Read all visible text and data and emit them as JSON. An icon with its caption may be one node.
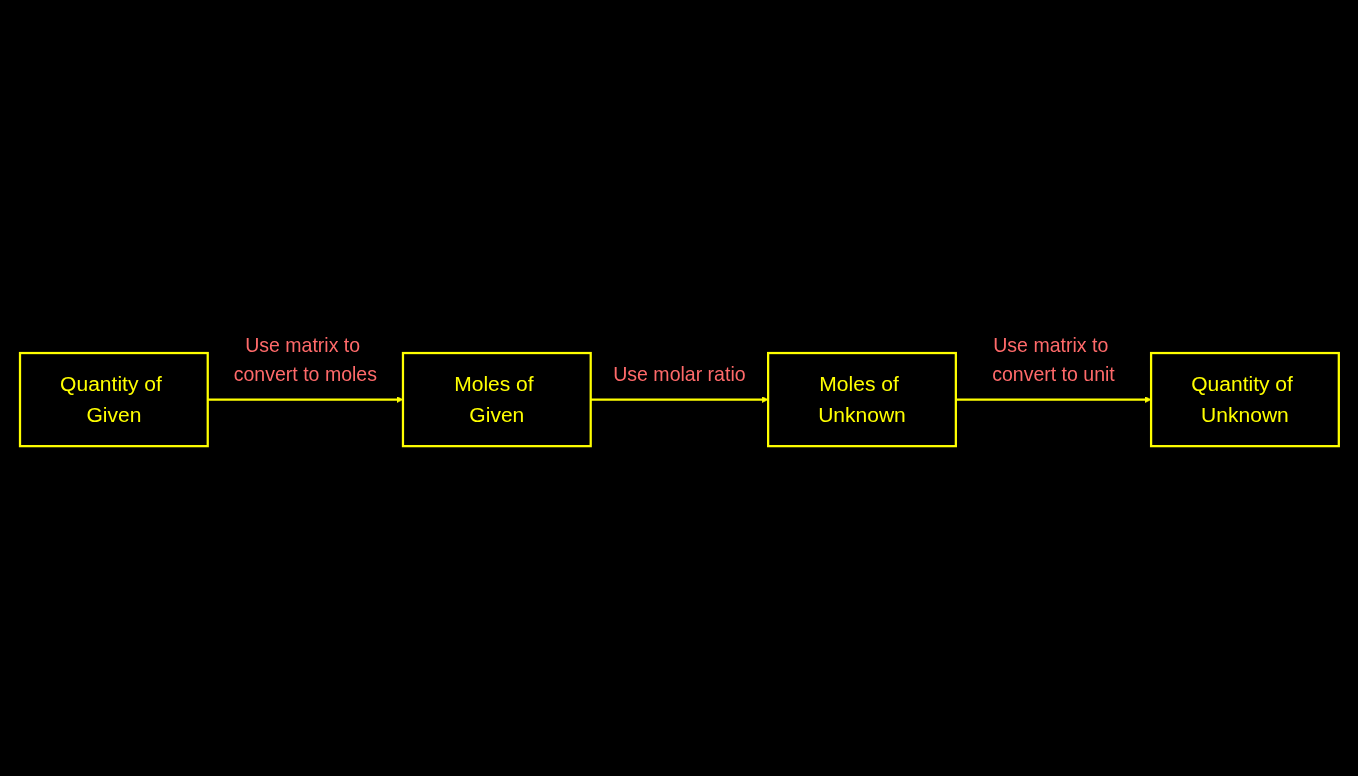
{
  "diagram": {
    "nodes": [
      {
        "text": [
          "Quantity of Given"
        ]
      },
      {
        "text": [
          "Quantity of Unknown"
        ]
      },
      {
        "text": [
          "Moles of Given"
        ]
      },
      {
        "text": [
          "Moles of Unknown"
        ]
      }
    ],
    "edges": [
      {
        "from": 0,
        "to": 2,
        "arrow": "to",
        "label": "Use matrix to convert to moles"
      },
      {
        "from": 2,
        "to": 3,
        "arrow": "to",
        "label": "Use molar ratio"
      },
      {
        "from": 3,
        "to": 1,
        "arrow": "to",
        "label": "Use matrix to convert to unit"
      }
    ]
  }
}
